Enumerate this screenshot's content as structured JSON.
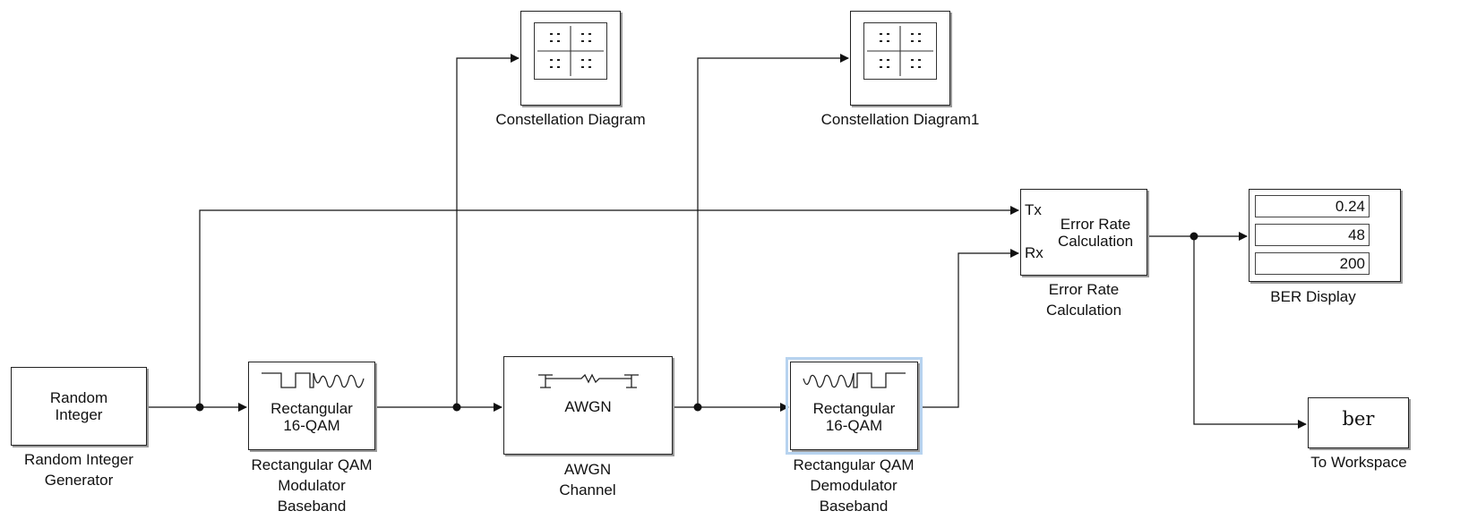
{
  "blocks": {
    "random_integer": {
      "text": [
        "Random",
        "Integer"
      ],
      "label": [
        "Random Integer",
        "Generator"
      ]
    },
    "qam_mod": {
      "text": [
        "Rectangular",
        "16-QAM"
      ],
      "label": [
        "Rectangular QAM",
        "Modulator",
        "Baseband"
      ]
    },
    "awgn": {
      "text": [
        "AWGN"
      ],
      "label": [
        "AWGN",
        "Channel"
      ]
    },
    "qam_demod": {
      "text": [
        "Rectangular",
        "16-QAM"
      ],
      "label": [
        "Rectangular QAM",
        "Demodulator",
        "Baseband"
      ],
      "selected": true
    },
    "const1": {
      "label": [
        "Constellation Diagram"
      ]
    },
    "const2": {
      "label": [
        "Constellation Diagram1"
      ]
    },
    "error_rate": {
      "text": [
        "Error Rate",
        "Calculation"
      ],
      "ports": [
        "Tx",
        "Rx"
      ],
      "label": [
        "Error Rate",
        "Calculation"
      ]
    },
    "ber_display": {
      "values": [
        "0.24",
        "48",
        "200"
      ],
      "label": [
        "BER Display"
      ]
    },
    "to_workspace": {
      "text": [
        "ber"
      ],
      "label": [
        "To Workspace"
      ]
    }
  },
  "colors": {
    "wire": "#111111",
    "block_border": "#222222",
    "shadow": "#9a9a9a",
    "selection": "#b7d3ef"
  }
}
